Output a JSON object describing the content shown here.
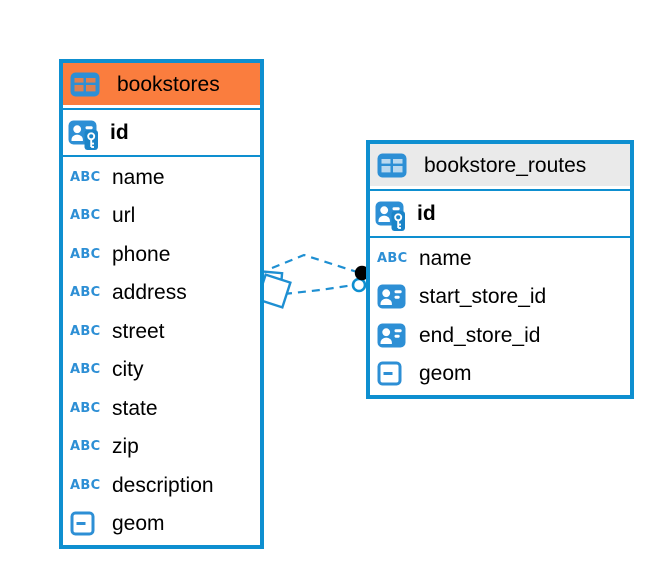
{
  "diagram": {
    "tables": [
      {
        "name": "bookstores",
        "header_color": "#FA7D3E",
        "icon_cell_color": "#DD8050",
        "primary_key": {
          "name": "id"
        },
        "columns": [
          {
            "name": "name",
            "type": "text"
          },
          {
            "name": "url",
            "type": "text"
          },
          {
            "name": "phone",
            "type": "text"
          },
          {
            "name": "address",
            "type": "text"
          },
          {
            "name": "street",
            "type": "text"
          },
          {
            "name": "city",
            "type": "text"
          },
          {
            "name": "state",
            "type": "text"
          },
          {
            "name": "zip",
            "type": "text"
          },
          {
            "name": "description",
            "type": "text"
          },
          {
            "name": "geom",
            "type": "geometry"
          }
        ]
      },
      {
        "name": "bookstore_routes",
        "header_color": "#EAEAEA",
        "icon_cell_color": "#B9D8EF",
        "primary_key": {
          "name": "id"
        },
        "columns": [
          {
            "name": "name",
            "type": "text"
          },
          {
            "name": "start_store_id",
            "type": "reference"
          },
          {
            "name": "end_store_id",
            "type": "reference"
          },
          {
            "name": "geom",
            "type": "geometry"
          }
        ]
      }
    ],
    "relationships": [
      {
        "from": "bookstores",
        "to": "bookstore_routes",
        "style": "dashed"
      },
      {
        "from": "bookstores",
        "to": "bookstore_routes",
        "style": "dashed"
      }
    ]
  },
  "type_icons": {
    "text": "ABC"
  },
  "colors": {
    "accent_blue": "#0E8FD0",
    "icon_blue": "#2D8FD5",
    "line_blue": "#1E8FD2",
    "endpoint_dot": "#000000",
    "background": "#FFFFFF"
  }
}
